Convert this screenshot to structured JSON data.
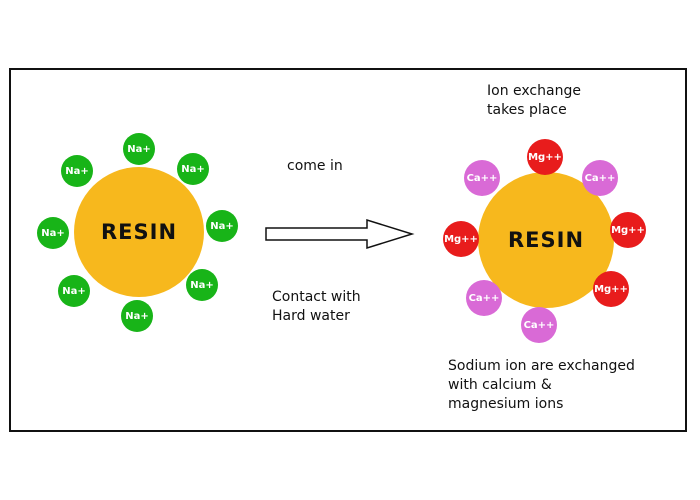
{
  "colors": {
    "resin": "#f7b81d",
    "sodium": "#18b418",
    "magnesium": "#e81c1c",
    "calcium": "#d96ad6"
  },
  "left_particle": {
    "core_label": "RESIN",
    "ions": [
      "Na+",
      "Na+",
      "Na+",
      "Na+",
      "Na+",
      "Na+",
      "Na+",
      "Na+"
    ]
  },
  "right_particle": {
    "core_label": "RESIN",
    "ions": [
      "Mg++",
      "Ca++",
      "Mg++",
      "Mg++",
      "Ca++",
      "Ca++",
      "Mg++",
      "Ca++"
    ]
  },
  "labels": {
    "come_in": "come in",
    "contact_line1": "Contact with",
    "contact_line2": "Hard water",
    "ion_exchange_line1": "Ion exchange",
    "ion_exchange_line2": "takes place",
    "result_line1": "Sodium ion are exchanged",
    "result_line2": "with calcium &",
    "result_line3": "magnesium ions"
  }
}
